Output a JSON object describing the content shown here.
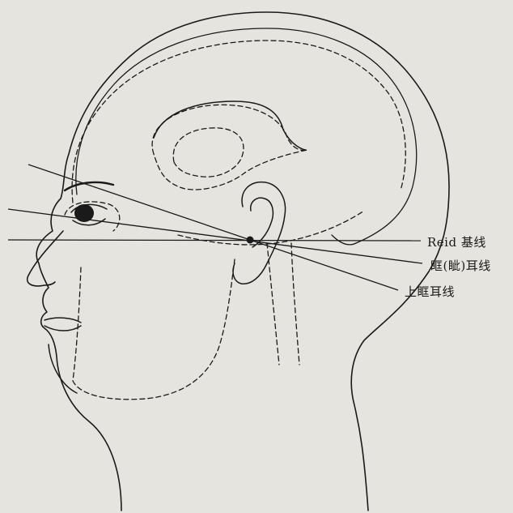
{
  "diagram": {
    "labels": {
      "reid_baseline": "Reid 基线",
      "canthomeatal_line": "眶(眦)耳线",
      "supraorbitomeatal_line": "上眶耳线"
    },
    "colors": {
      "background": "#e6e4de",
      "ink": "#1a1a1a"
    }
  }
}
